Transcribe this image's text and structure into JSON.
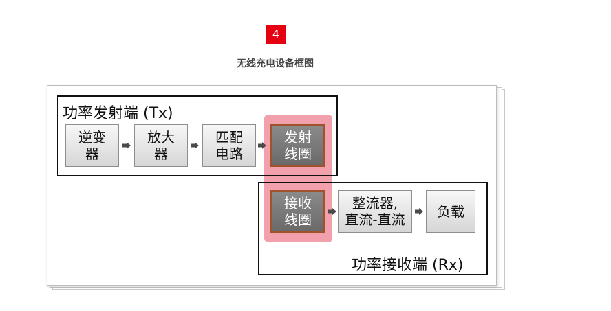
{
  "header": {
    "badge": "4",
    "caption": "无线充电设备框图"
  },
  "diagram": {
    "tx_title": "功率发射端 (Tx)",
    "rx_title": "功率接收端 (Rx)",
    "tx_blocks": [
      "逆变\n器",
      "放大\n器",
      "匹配\n电路",
      "发射\n线圈"
    ],
    "rx_blocks": [
      "接收\n线圈",
      "整流器,\n直流-直流",
      "负载"
    ]
  },
  "colors": {
    "badge": "#e50012",
    "highlight": "#f2a1ac",
    "coil_fill": "#7a7a7a",
    "coil_border": "#a0522d"
  }
}
